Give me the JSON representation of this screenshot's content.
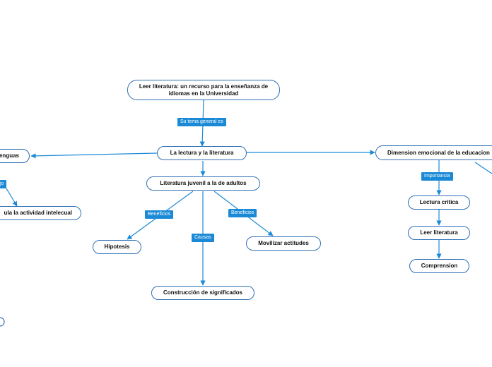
{
  "nodes": {
    "root": "Leer literatura: un recurso para la enseñanza de idiomas en la Universidad",
    "center": "La lectura y la literatura",
    "left_partial": "enguas",
    "left_sub_partial": "ula la actividad intelecual",
    "juvenil": "Literatura juvenil a la de adultos",
    "hipotesis": "Hipotesis",
    "movilizar": "Movilizar actitudes",
    "construccion": "Construcción de significados",
    "dimension": "Dimension emocional de la educacion",
    "lectura_critica": "Lectura critica",
    "leer_literatura": "Leer literatura",
    "comprension": "Comprension"
  },
  "labels": {
    "tema": "Su tema general es",
    "left_partial": "jo",
    "beneficios_1": "Beneficios",
    "beneficios_2": "Beneficios",
    "causas": "Causas",
    "importancia": "Importancia"
  },
  "colors": {
    "node_border": "#2f6fb5",
    "label_bg": "#1b8ad6",
    "line": "#1b8ad6"
  }
}
